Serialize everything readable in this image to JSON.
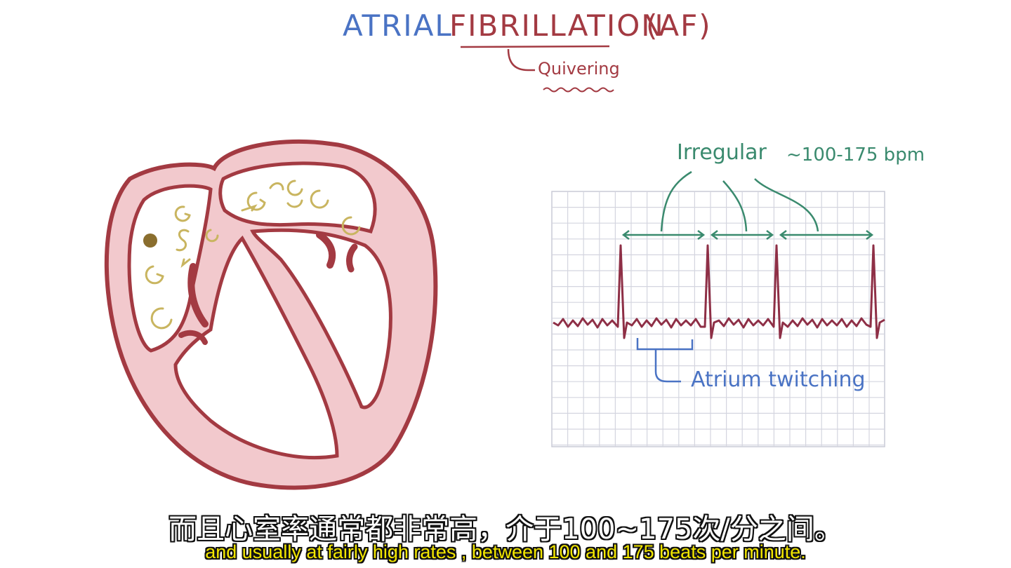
{
  "title": {
    "atrial": "ATRIAL",
    "fibrillation": "FIBRILLATION",
    "abbr": "(AF)",
    "note": "Quivering"
  },
  "ecg": {
    "irregular_label": "Irregular",
    "rate_label": "~100-175 bpm",
    "atrium_label": "Atrium twitching"
  },
  "subtitles": {
    "zh": "而且心室率通常都非常高，介于100~175次/分之间。",
    "en": "and usually at fairly high rates , between 100 and 175 beats per minute."
  },
  "colors": {
    "heart_red": "#a33a42",
    "heart_fill": "#f2c9cd",
    "blue_ink": "#4a73c4",
    "green_ink": "#3a8a6e",
    "yellow_ink": "#c9b560",
    "grid": "#c9cad6"
  }
}
